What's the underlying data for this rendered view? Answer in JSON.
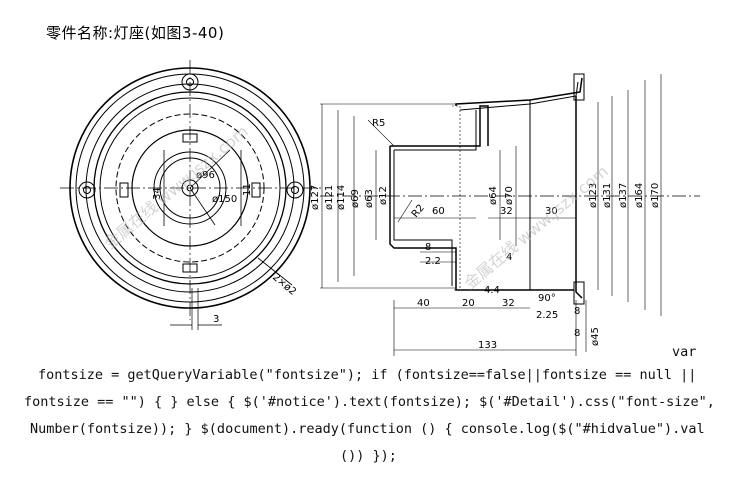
{
  "title": "零件名称:灯座(如图3-40)",
  "left_view": {
    "labels": [
      "ø96",
      "34",
      "11",
      "ø150",
      "3",
      "2×ø2"
    ]
  },
  "right_view": {
    "labels": {
      "r5": "R5",
      "r2": "R2",
      "d12": "ø12",
      "d63": "ø63",
      "d69": "ø69",
      "d114": "ø114",
      "d121": "ø121",
      "d127": "ø127",
      "d64": "ø64",
      "d70": "ø70",
      "d123": "ø123",
      "d131": "ø131",
      "d137": "ø137",
      "d164": "ø164",
      "d170": "ø170",
      "d45": "ø45",
      "l60": "60",
      "l32a": "32",
      "l30": "30",
      "l8a": "8",
      "l22": "2.2",
      "l4": "4",
      "l44": "4.4",
      "l40": "40",
      "l20": "20",
      "l32b": "32",
      "a90": "90°",
      "l225": "2.25",
      "l8b": "8",
      "l8c": "8",
      "l133": "133"
    }
  },
  "watermark": "金属在线 www.jszx.com",
  "code_lines": [
    "var",
    "fontsize = getQueryVariable(\"fontsize\"); if (fontsize==false||fontsize == null ||",
    "fontsize == \"\") { } else { $('#notice').text(fontsize); $('#Detail').css(\"font-size\",",
    "Number(fontsize)); } $(document).ready(function () { console.log($(\"#hidvalue\").val",
    "()) });"
  ]
}
